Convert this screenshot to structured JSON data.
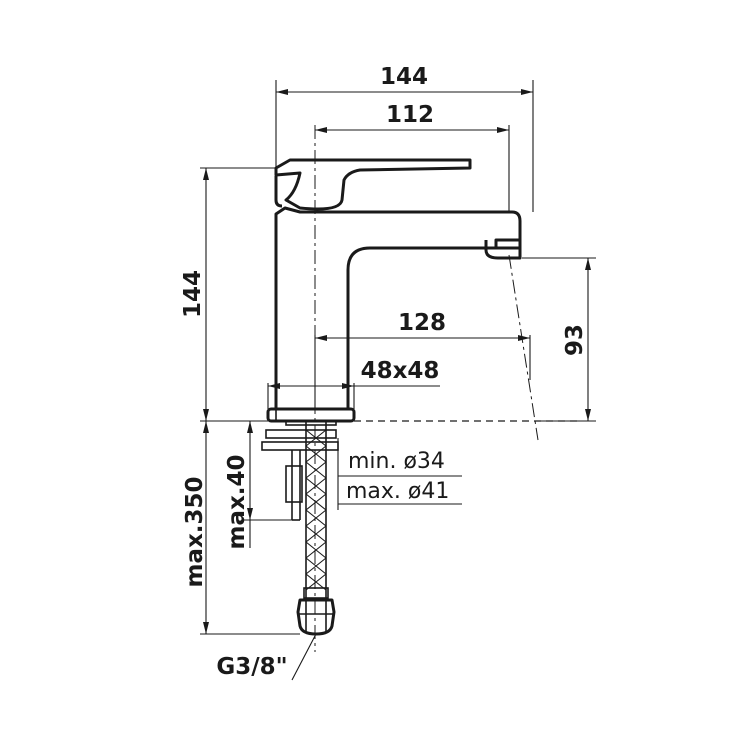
{
  "dimensions": {
    "overall_width": "144",
    "spout_reach": "112",
    "total_height": "144",
    "center_to_outlet": "128",
    "body_section": "48x48",
    "outlet_height": "93",
    "hole_min": "min. ø34",
    "hole_max": "max. ø41",
    "hose_length": "max.350",
    "deck_thickness": "max.40",
    "connection_thread": "G3/8\""
  }
}
